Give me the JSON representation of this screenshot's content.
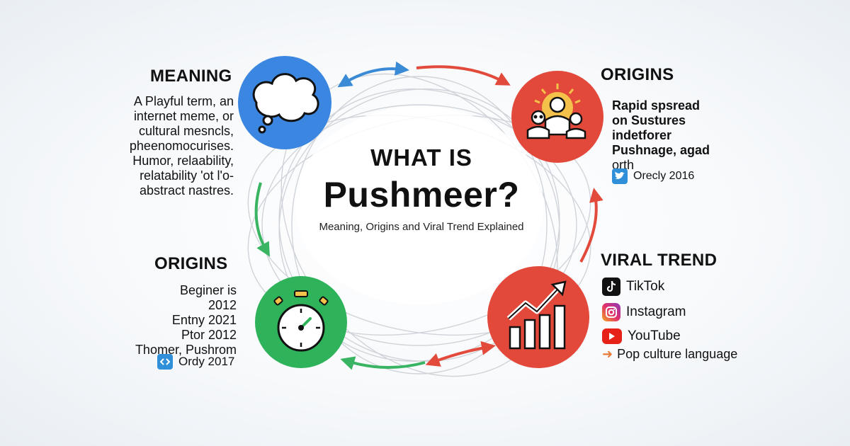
{
  "center": {
    "title_line1": "WHAT IS",
    "title_line2": "Pushmeer?",
    "subtitle": "Meaning, Origins and Viral Trend Explained"
  },
  "meaning": {
    "heading": "MEANING",
    "lines": [
      "A Playful term, an",
      "internet meme, or",
      "cultural mesncls,",
      "pheenomocurises.",
      "Humor, relaability,",
      "relatability 'ot l'o-",
      "abstract nastres."
    ]
  },
  "origins_top": {
    "heading": "ORIGINS",
    "lines": [
      "Rapid spsread",
      "on Sustures",
      "indetforer",
      "Pushnage, agad",
      "orth"
    ],
    "source_label": "Orecly 2016"
  },
  "origins_bottom": {
    "heading": "ORIGINS",
    "lines": [
      "Beginer is",
      "2012",
      "Entny 2021",
      "Ptor 2012",
      "Thomer, Pushrom"
    ],
    "source_label": "Ordy 2017"
  },
  "viral": {
    "heading": "VIRAL TREND",
    "platforms": [
      "TikTok",
      "Instagram",
      "YouTube"
    ],
    "footer": "Pop culture language"
  },
  "colors": {
    "meaning_circle": "#3a86e0",
    "origins_circle": "#e2493b",
    "timer_circle": "#2fb35a",
    "viral_circle": "#e2493b",
    "arrow_blue": "#3a8ad6",
    "arrow_red": "#e24a3b",
    "arrow_green": "#38b463"
  },
  "icons": {
    "meaning": "thought-bubble-icon",
    "origins": "people-icon",
    "timer": "stopwatch-icon",
    "viral": "growth-chart-icon"
  }
}
